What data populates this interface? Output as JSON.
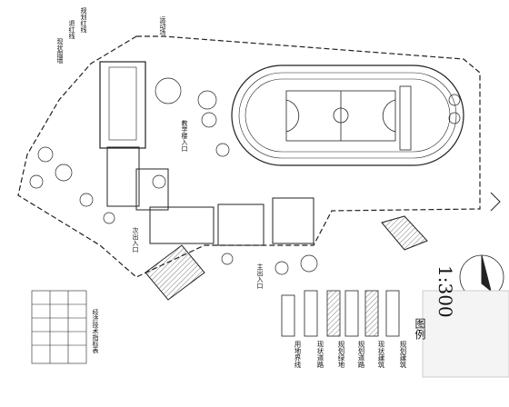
{
  "drawing": {
    "scale": "1:300",
    "legend_title": "图例",
    "legend_items": [
      "规划建筑",
      "现状建筑",
      "规划道路",
      "规划绿地",
      "现状道路",
      "用地界线"
    ],
    "labels": {
      "north_1": "规划红线",
      "north_2": "退红线",
      "north_3": "现状围墙",
      "entry": "教学楼入口",
      "gate_main": "主出入口",
      "gate_side": "次出入口",
      "play": "运动场",
      "note_table": "经济技术指标表"
    }
  }
}
